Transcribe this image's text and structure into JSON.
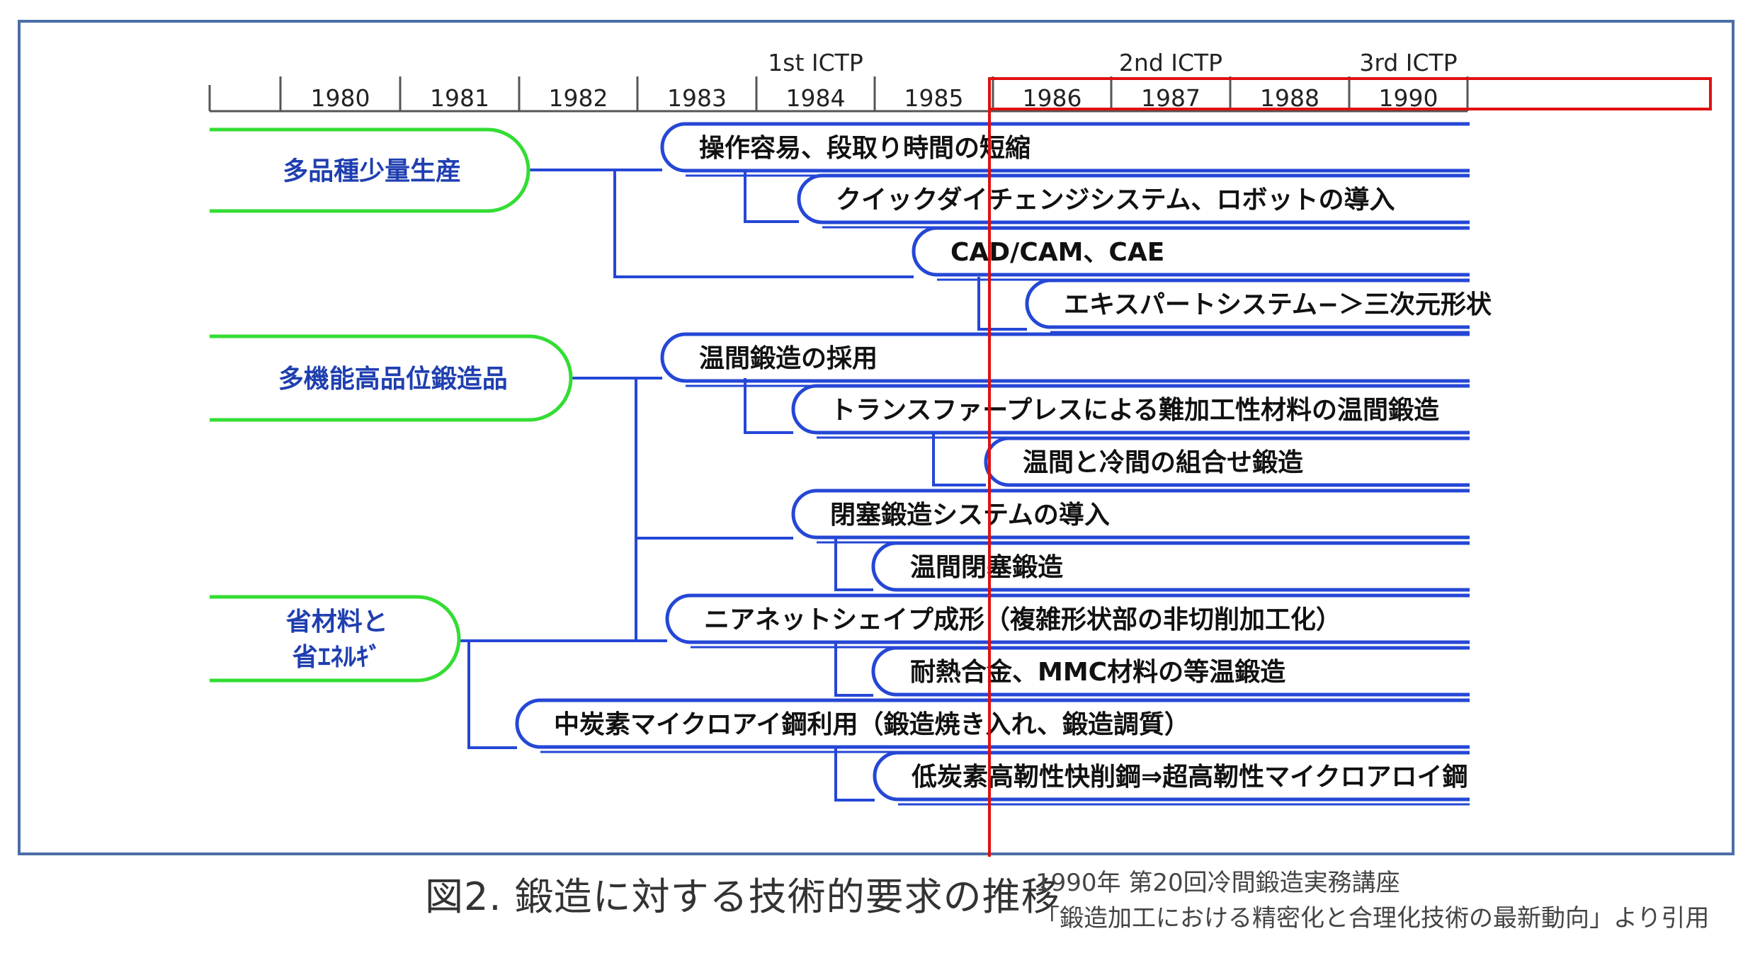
{
  "timeline": {
    "years": [
      "1980",
      "1981",
      "1982",
      "1983",
      "1984",
      "1985",
      "1986",
      "1987",
      "1988",
      "1990"
    ],
    "conferences": [
      {
        "label": "1st ICTP",
        "year": "1984"
      },
      {
        "label": "2nd ICTP",
        "year": "1987"
      },
      {
        "label": "3rd ICTP",
        "year": "1990"
      }
    ]
  },
  "categories": [
    {
      "id": "c1",
      "lines": [
        "多品種少量生産"
      ]
    },
    {
      "id": "c2",
      "lines": [
        "多機能高品位鍛造品"
      ]
    },
    {
      "id": "c3",
      "lines": [
        "省材料と",
        "省ｴﾈﾙｷﾞ"
      ]
    }
  ],
  "items": [
    {
      "id": "i1",
      "text": "操作容易、段取り時間の短縮"
    },
    {
      "id": "i2",
      "text": "クイックダイチェンジシステム、ロボットの導入"
    },
    {
      "id": "i3",
      "text": "CAD/CAM、CAE"
    },
    {
      "id": "i4",
      "text": "エキスパートシステム−＞三次元形状"
    },
    {
      "id": "i5",
      "text": "温間鍛造の採用"
    },
    {
      "id": "i6",
      "text": "トランスファープレスによる難加工性材料の温間鍛造"
    },
    {
      "id": "i7",
      "text": "温間と冷間の組合せ鍛造"
    },
    {
      "id": "i8",
      "text": "閉塞鍛造システムの導入"
    },
    {
      "id": "i9",
      "text": "温間閉塞鍛造"
    },
    {
      "id": "i10",
      "text": "ニアネットシェイプ成形（複雑形状部の非切削加工化）"
    },
    {
      "id": "i11",
      "text": "耐熱合金、MMC材料の等温鍛造"
    },
    {
      "id": "i12",
      "text": "中炭素マイクロアイ鋼利用（鍛造焼き入れ、鍛造調質）"
    },
    {
      "id": "i13",
      "text": "低炭素高靭性快削鋼⇒超高靭性マイクロアロイ鋼"
    }
  ],
  "caption": {
    "title": "図2. 鍛造に対する技術的要求の推移",
    "source_line1": "1990年 第20回冷間鍛造実務講座",
    "source_line2": "「鍛造加工における精密化と合理化技術の最新動向」より引用"
  },
  "colors": {
    "frame": "#4a6fa5",
    "category_border": "#33dd33",
    "category_text": "#1f3fb0",
    "branch": "#2547d6",
    "item_text": "#111111",
    "highlight": "#e01010"
  }
}
